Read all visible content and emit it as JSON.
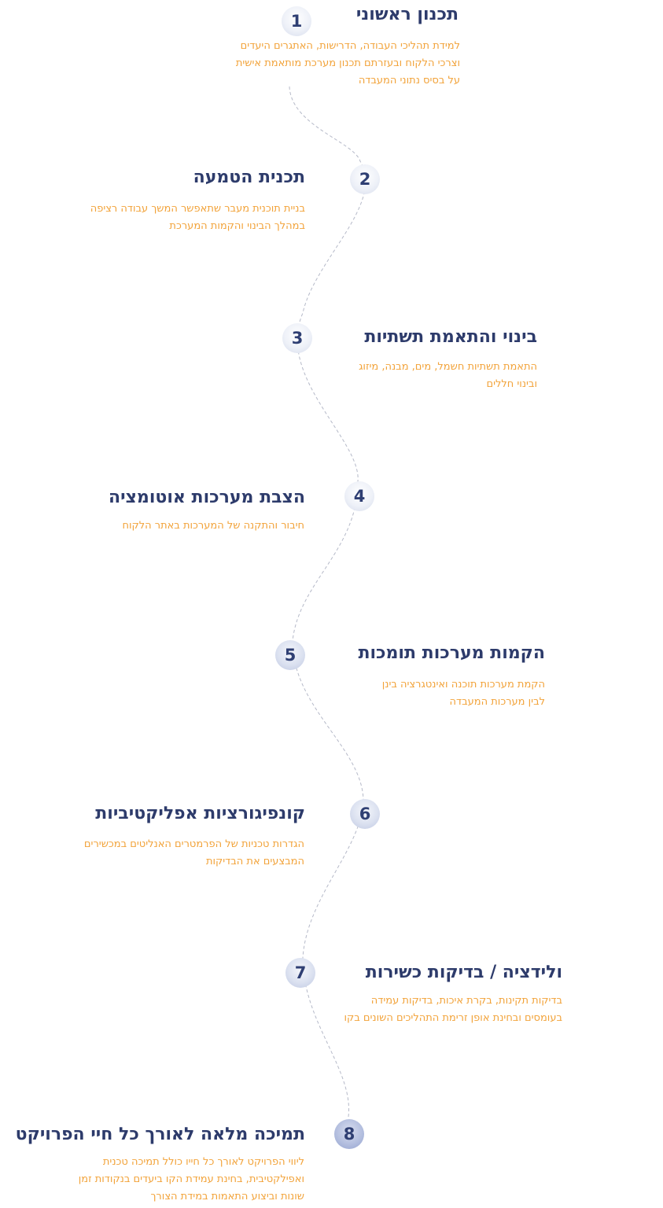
{
  "steps": [
    {
      "number": "1",
      "title": "תכנון ראשוני",
      "description": "למידת תהליכי העבודה, הדרישות, האתגרים היעדים וצרכי הלקוח ובעזרתם תכנון מערכת מותאמת אישית על בסיס נתוני המעבדה"
    },
    {
      "number": "2",
      "title": "תכנית הטמעה",
      "description": "בניית תוכנית מעבר שתאפשר המשך עבודה רציפה במהלך הבינוי והקמות המערכת"
    },
    {
      "number": "3",
      "title": "בינוי והתאמת תשתיות",
      "description": "התאמת תשתיות חשמל, מים, מבנה, מיזוג ובינוי חללים"
    },
    {
      "number": "4",
      "title": "הצבת מערכות אוטומציה",
      "description": "חיבור והתקנה של המערכות באתר הלקוח"
    },
    {
      "number": "5",
      "title": "הקמות מערכות תומכות",
      "description": "הקמת מערכות תוכנה ואינטגרציה בינן לבין מערכות המעבדה"
    },
    {
      "number": "6",
      "title": "קונפיגורציות אפליקטיביות",
      "description": "הגדרות טכניות של הפרמטרים האנליטים במכשירים המבצעים את הבדיקות"
    },
    {
      "number": "7",
      "title": "ולידציה / בדיקות כשירות",
      "description": "בדיקות תקינות, בקרת איכות, בדיקות עמידה בעומסים ובחינת אופן זרימת התהליכים השונים בקו"
    },
    {
      "number": "8",
      "title": "תמיכה מלאה לאורך כל חיי הפרויקט",
      "description": "ליווי הפרויקט לאורך כל חייו כולל תמיכה טכנית ואפילקטיבית, בחינת עמידת הקו ביעדים בנקודות זמן שונות וביצוע התאמות במידת הצורך"
    }
  ]
}
